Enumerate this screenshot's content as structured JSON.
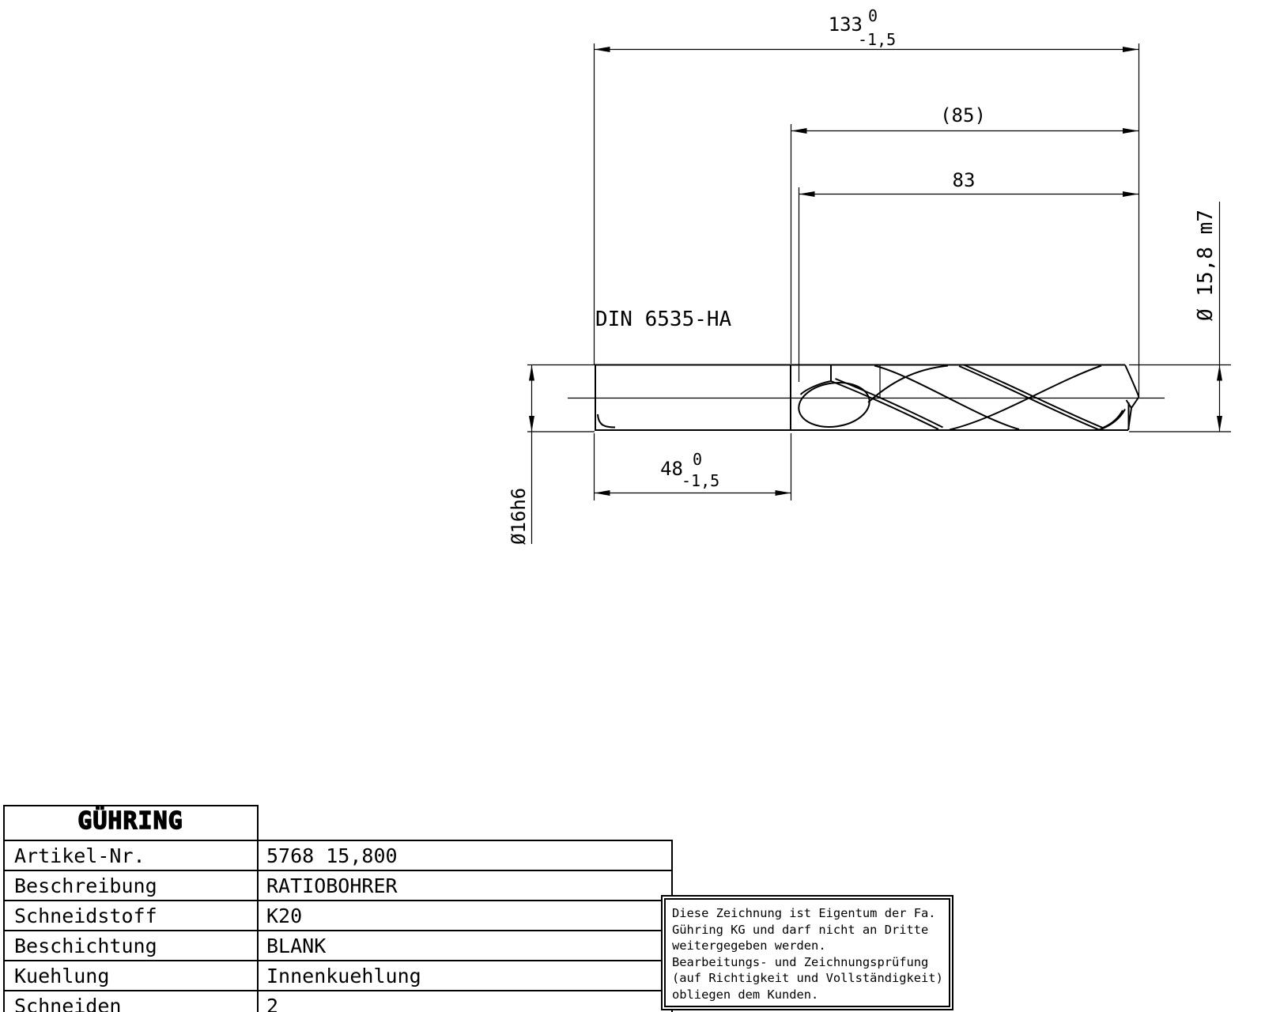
{
  "colors": {
    "ink": "#000000",
    "paper": "#ffffff"
  },
  "drawing": {
    "shank_standard": "DIN 6535-HA",
    "dimensions": {
      "overall_length": {
        "nominal": "133",
        "tol_upper": "0",
        "tol_lower": "-1,5"
      },
      "length_to_point": "(85)",
      "flute_length": "83",
      "shank_length": {
        "nominal": "48",
        "tol_upper": "0",
        "tol_lower": "-1,5"
      },
      "cutting_diameter": "Ø 15,8 m7",
      "shank_diameter": "Ø16h6"
    }
  },
  "title_block": {
    "logo_text": "GÜHRING",
    "rows": [
      {
        "label": "Artikel-Nr.",
        "value": "5768 15,800"
      },
      {
        "label": "Beschreibung",
        "value": "RATIOBOHRER"
      },
      {
        "label": "Schneidstoff",
        "value": "K20"
      },
      {
        "label": "Beschichtung",
        "value": "BLANK"
      },
      {
        "label": "Kuehlung",
        "value": "Innenkuehlung"
      },
      {
        "label": "Schneiden",
        "value": "2"
      }
    ]
  },
  "ownership_notice": {
    "lines": [
      "Diese Zeichnung ist Eigentum der Fa.",
      "Gühring KG und darf nicht an Dritte",
      "weitergegeben werden.",
      "Bearbeitungs- und Zeichnungsprüfung",
      "(auf Richtigkeit und Vollständigkeit)",
      "obliegen dem Kunden."
    ]
  }
}
